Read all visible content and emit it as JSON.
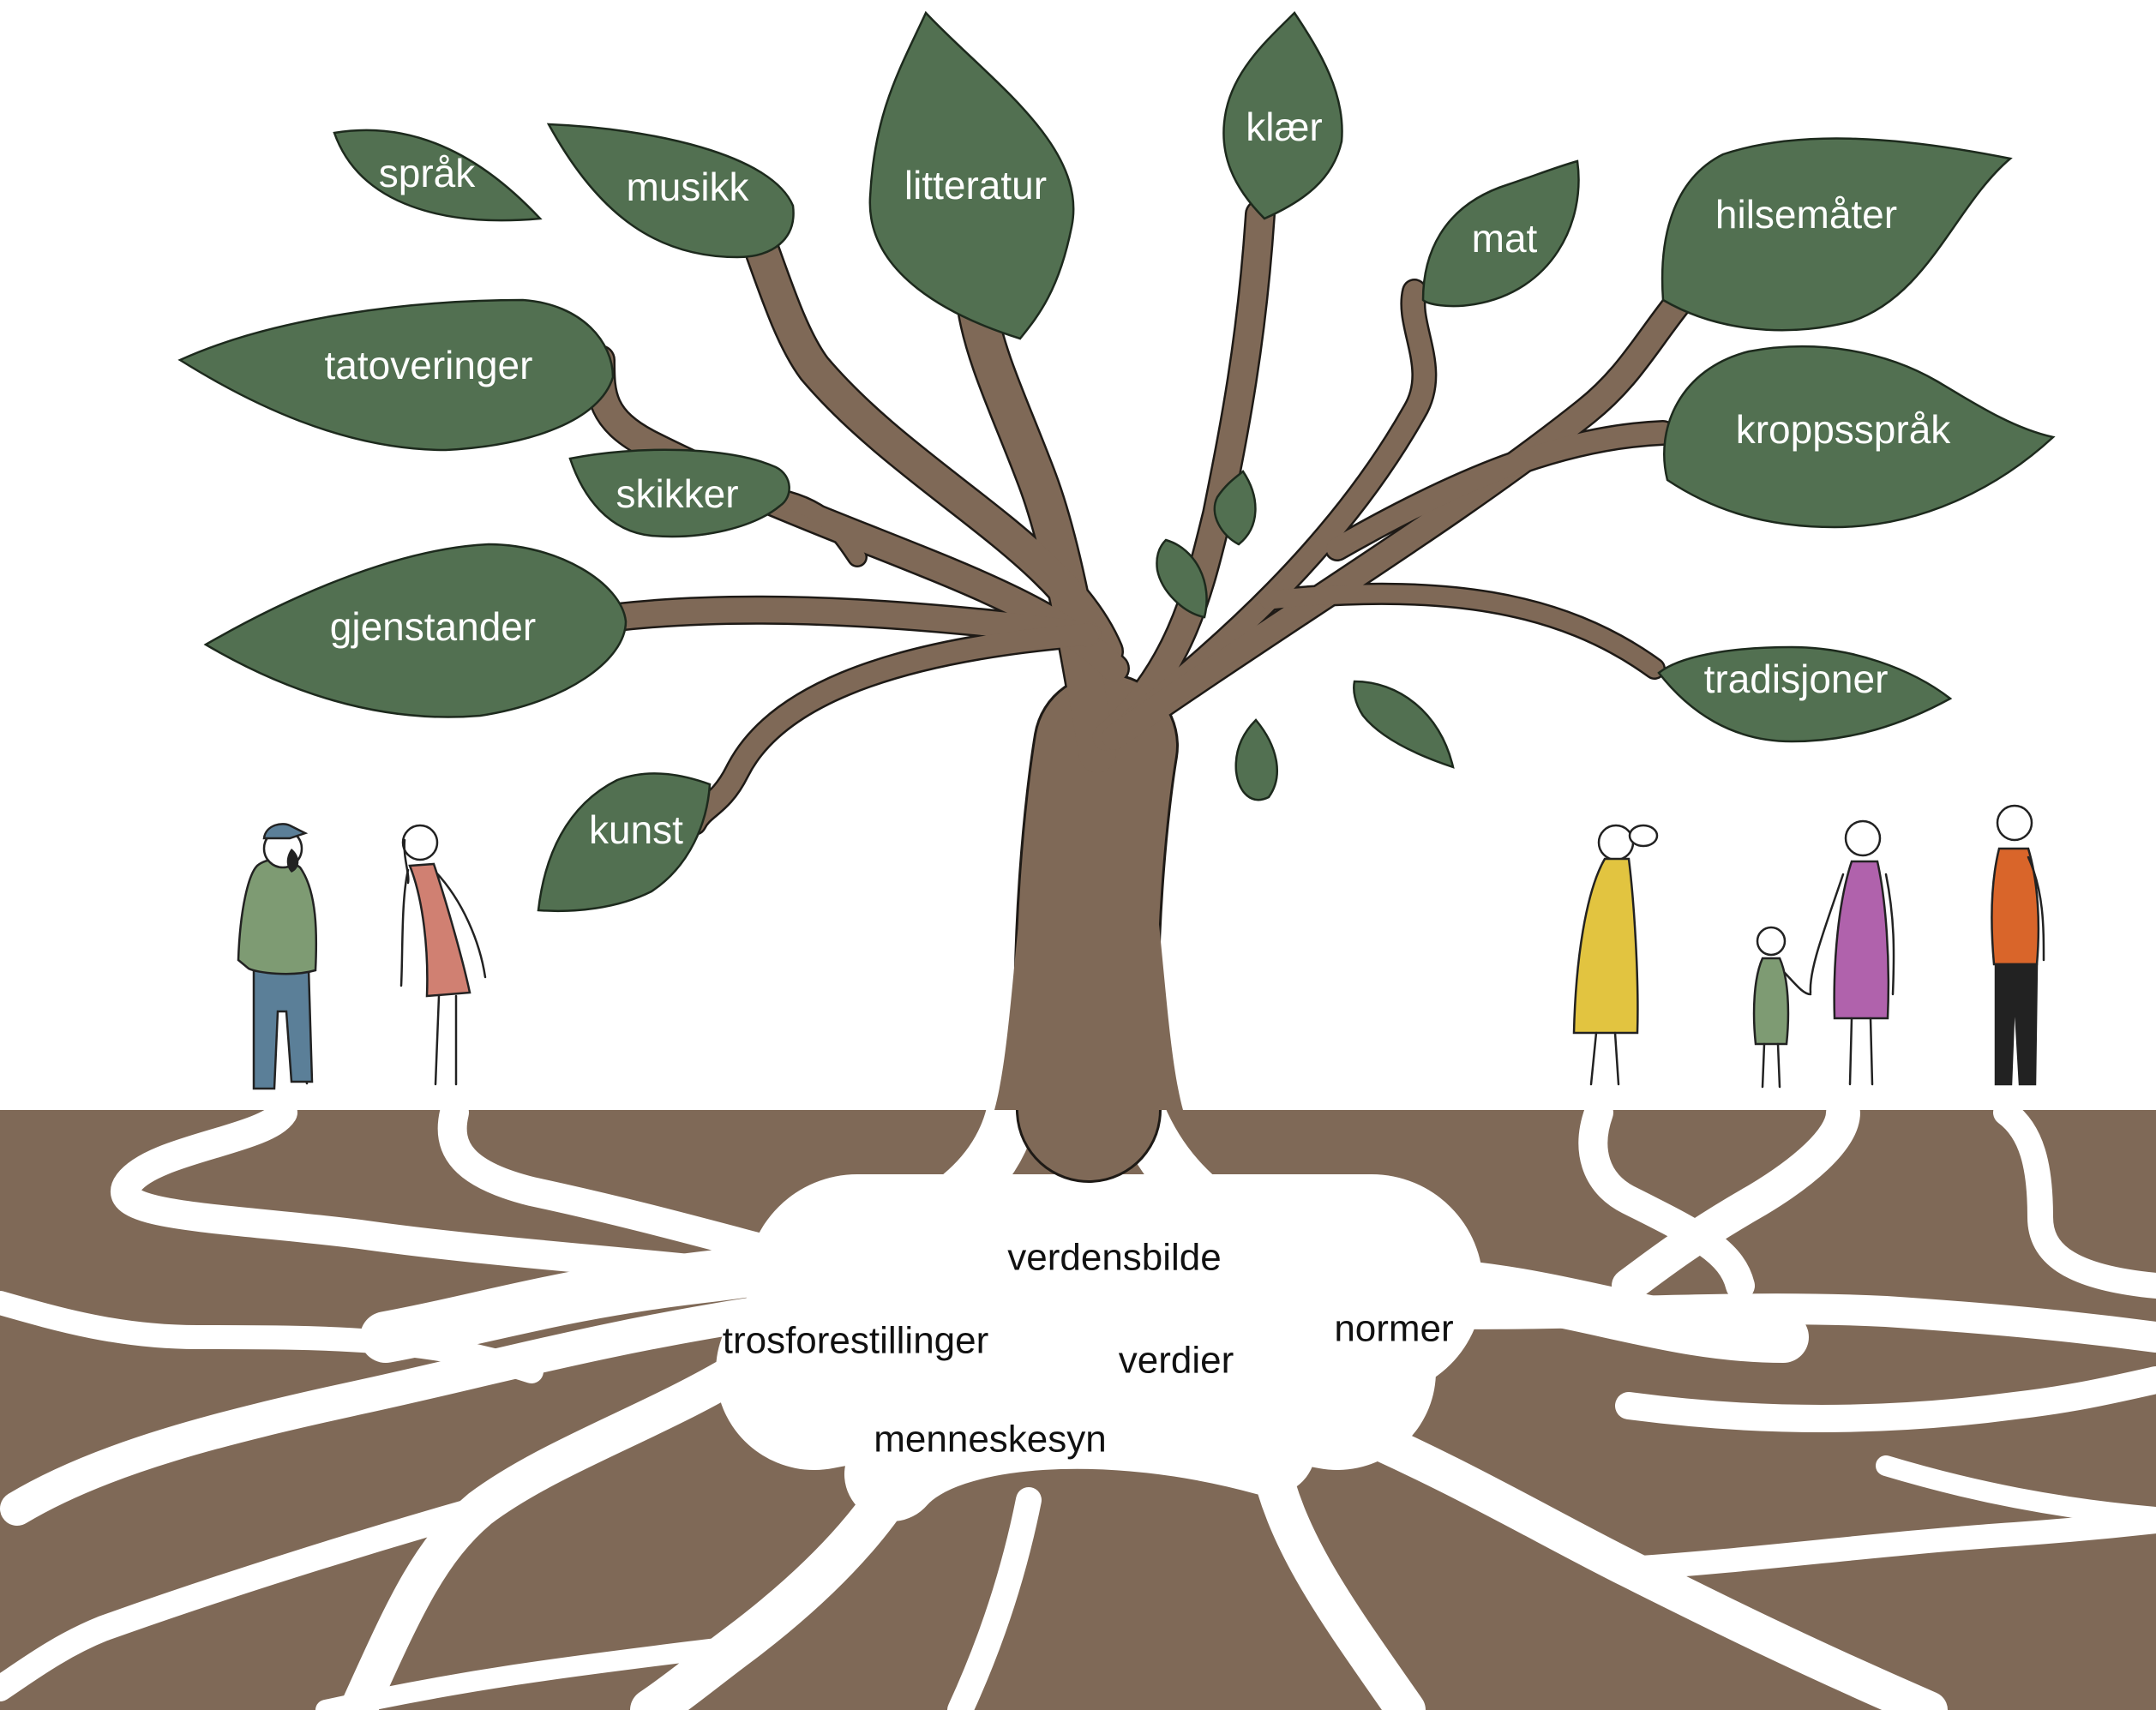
{
  "colors": {
    "leaf": "#527051",
    "trunk": "#7f6957",
    "soil": "#7f6957",
    "background": "#ffffff"
  },
  "leaves": [
    {
      "label": "språk"
    },
    {
      "label": "musikk"
    },
    {
      "label": "litteratur"
    },
    {
      "label": "klær"
    },
    {
      "label": "mat"
    },
    {
      "label": "hilsemåter"
    },
    {
      "label": "tatoveringer"
    },
    {
      "label": "skikker"
    },
    {
      "label": "kroppsspråk"
    },
    {
      "label": "gjenstander"
    },
    {
      "label": "tradisjoner"
    },
    {
      "label": "kunst"
    }
  ],
  "roots": [
    {
      "label": "verdensbilde"
    },
    {
      "label": "trosforestillinger"
    },
    {
      "label": "verdier"
    },
    {
      "label": "normer"
    },
    {
      "label": "menneskesyn"
    }
  ],
  "people": [
    {
      "name": "man-with-cap",
      "shirt": "#7e9b73",
      "pants": "#5b7f98"
    },
    {
      "name": "woman-pink-dress",
      "dress": "#d08072"
    },
    {
      "name": "woman-yellow-dress",
      "dress": "#e2c440"
    },
    {
      "name": "child-green",
      "dress": "#7e9b73"
    },
    {
      "name": "woman-purple-dress",
      "dress": "#b062ac"
    },
    {
      "name": "man-orange-shirt",
      "shirt": "#d9652a",
      "pants": "#222222"
    }
  ]
}
